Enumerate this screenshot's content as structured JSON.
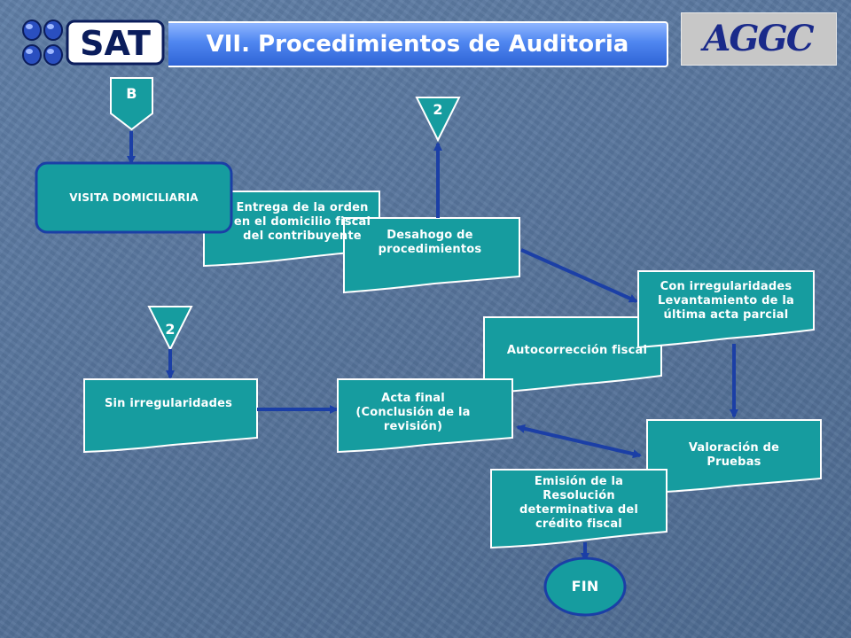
{
  "header": {
    "title": "VII. Procedimientos de Auditoria",
    "left_logo": "SAT",
    "right_logo": "AGGC"
  },
  "connectors": {
    "b": "B",
    "two_top": "2",
    "two_left": "2"
  },
  "steps": {
    "visita": "VISITA DOMICILIARIA",
    "entrega": "Entrega de la orden\nen el domicilio fiscal\ndel contribuyente",
    "desahogo": "Desahogo de\nprocedimientos",
    "con_irregularidades": "Con irregularidades\nLevantamiento de la\núltima acta parcial",
    "autocorreccion": "Autocorrección fiscal",
    "sin_irregularidades": "Sin irregularidades",
    "acta_final": "Acta final\n(Conclusión de la\nrevisión)",
    "valoracion": "Valoración de\nPruebas",
    "emision": "Emisión de la\nResolución\ndeterminativa del\ncrédito fiscal",
    "fin": "FIN"
  },
  "colors": {
    "box_fill": "#169c9f",
    "box_stroke": "#ffffff",
    "arrow": "#1b3fa6",
    "background": "#56739a"
  }
}
